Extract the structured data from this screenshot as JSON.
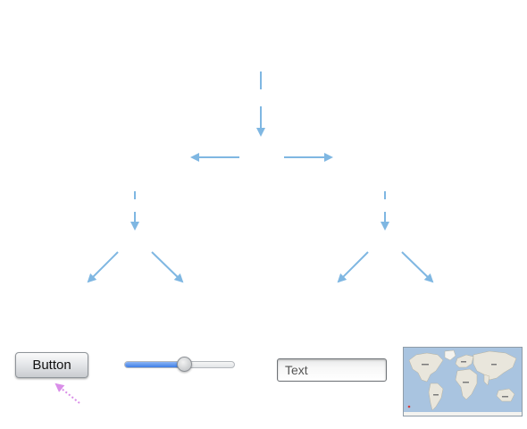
{
  "controls": {
    "button_label": "Button",
    "slider_value_percent": 54,
    "textfield_placeholder": "Text"
  },
  "colors": {
    "flow_arrow": "#7fb7e2",
    "gesture_arrow": "#d98ee8",
    "slider_fill": "#4a86e8",
    "map_water": "#a9c4e0",
    "map_land": "#e9e6dc"
  },
  "icons": {
    "flow_arrows": "arrow-icon",
    "gesture": "tap-gesture-arrow-icon",
    "map": "world-map-icon"
  }
}
